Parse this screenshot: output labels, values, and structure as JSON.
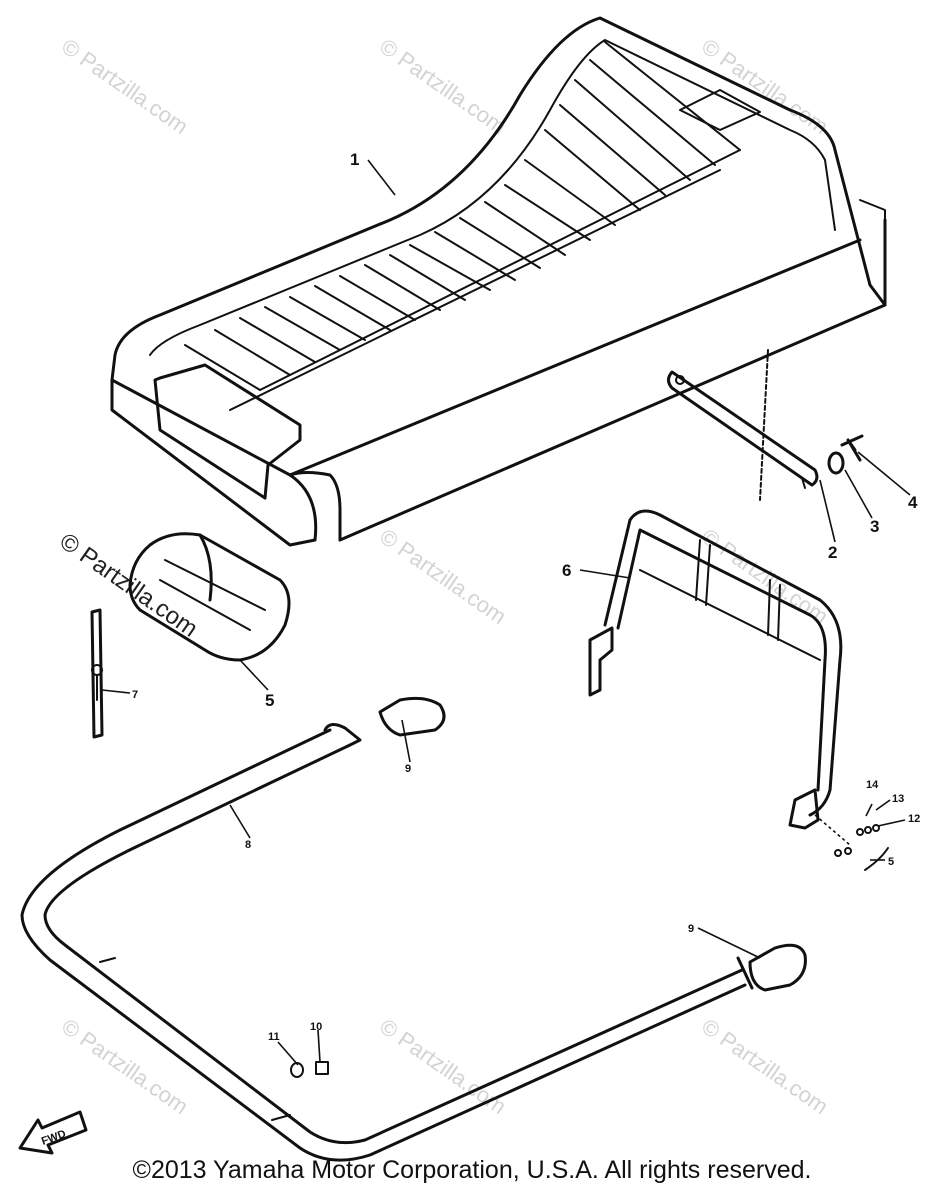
{
  "callouts": {
    "c1": "1",
    "c2": "2",
    "c3": "3",
    "c4": "4",
    "c5": "5",
    "c6": "6",
    "c7": "7",
    "c8": "8",
    "c9a": "9",
    "c9b": "9",
    "c10": "10",
    "c11": "11",
    "c12": "12",
    "c13": "13",
    "c14": "14",
    "c15": "5"
  },
  "watermark": {
    "text": "© Partzilla.com",
    "bold_text": "© Partzilla.com"
  },
  "copyright": "©2013 Yamaha Motor Corporation, U.S.A. All rights reserved.",
  "fwd_label": "FWD"
}
